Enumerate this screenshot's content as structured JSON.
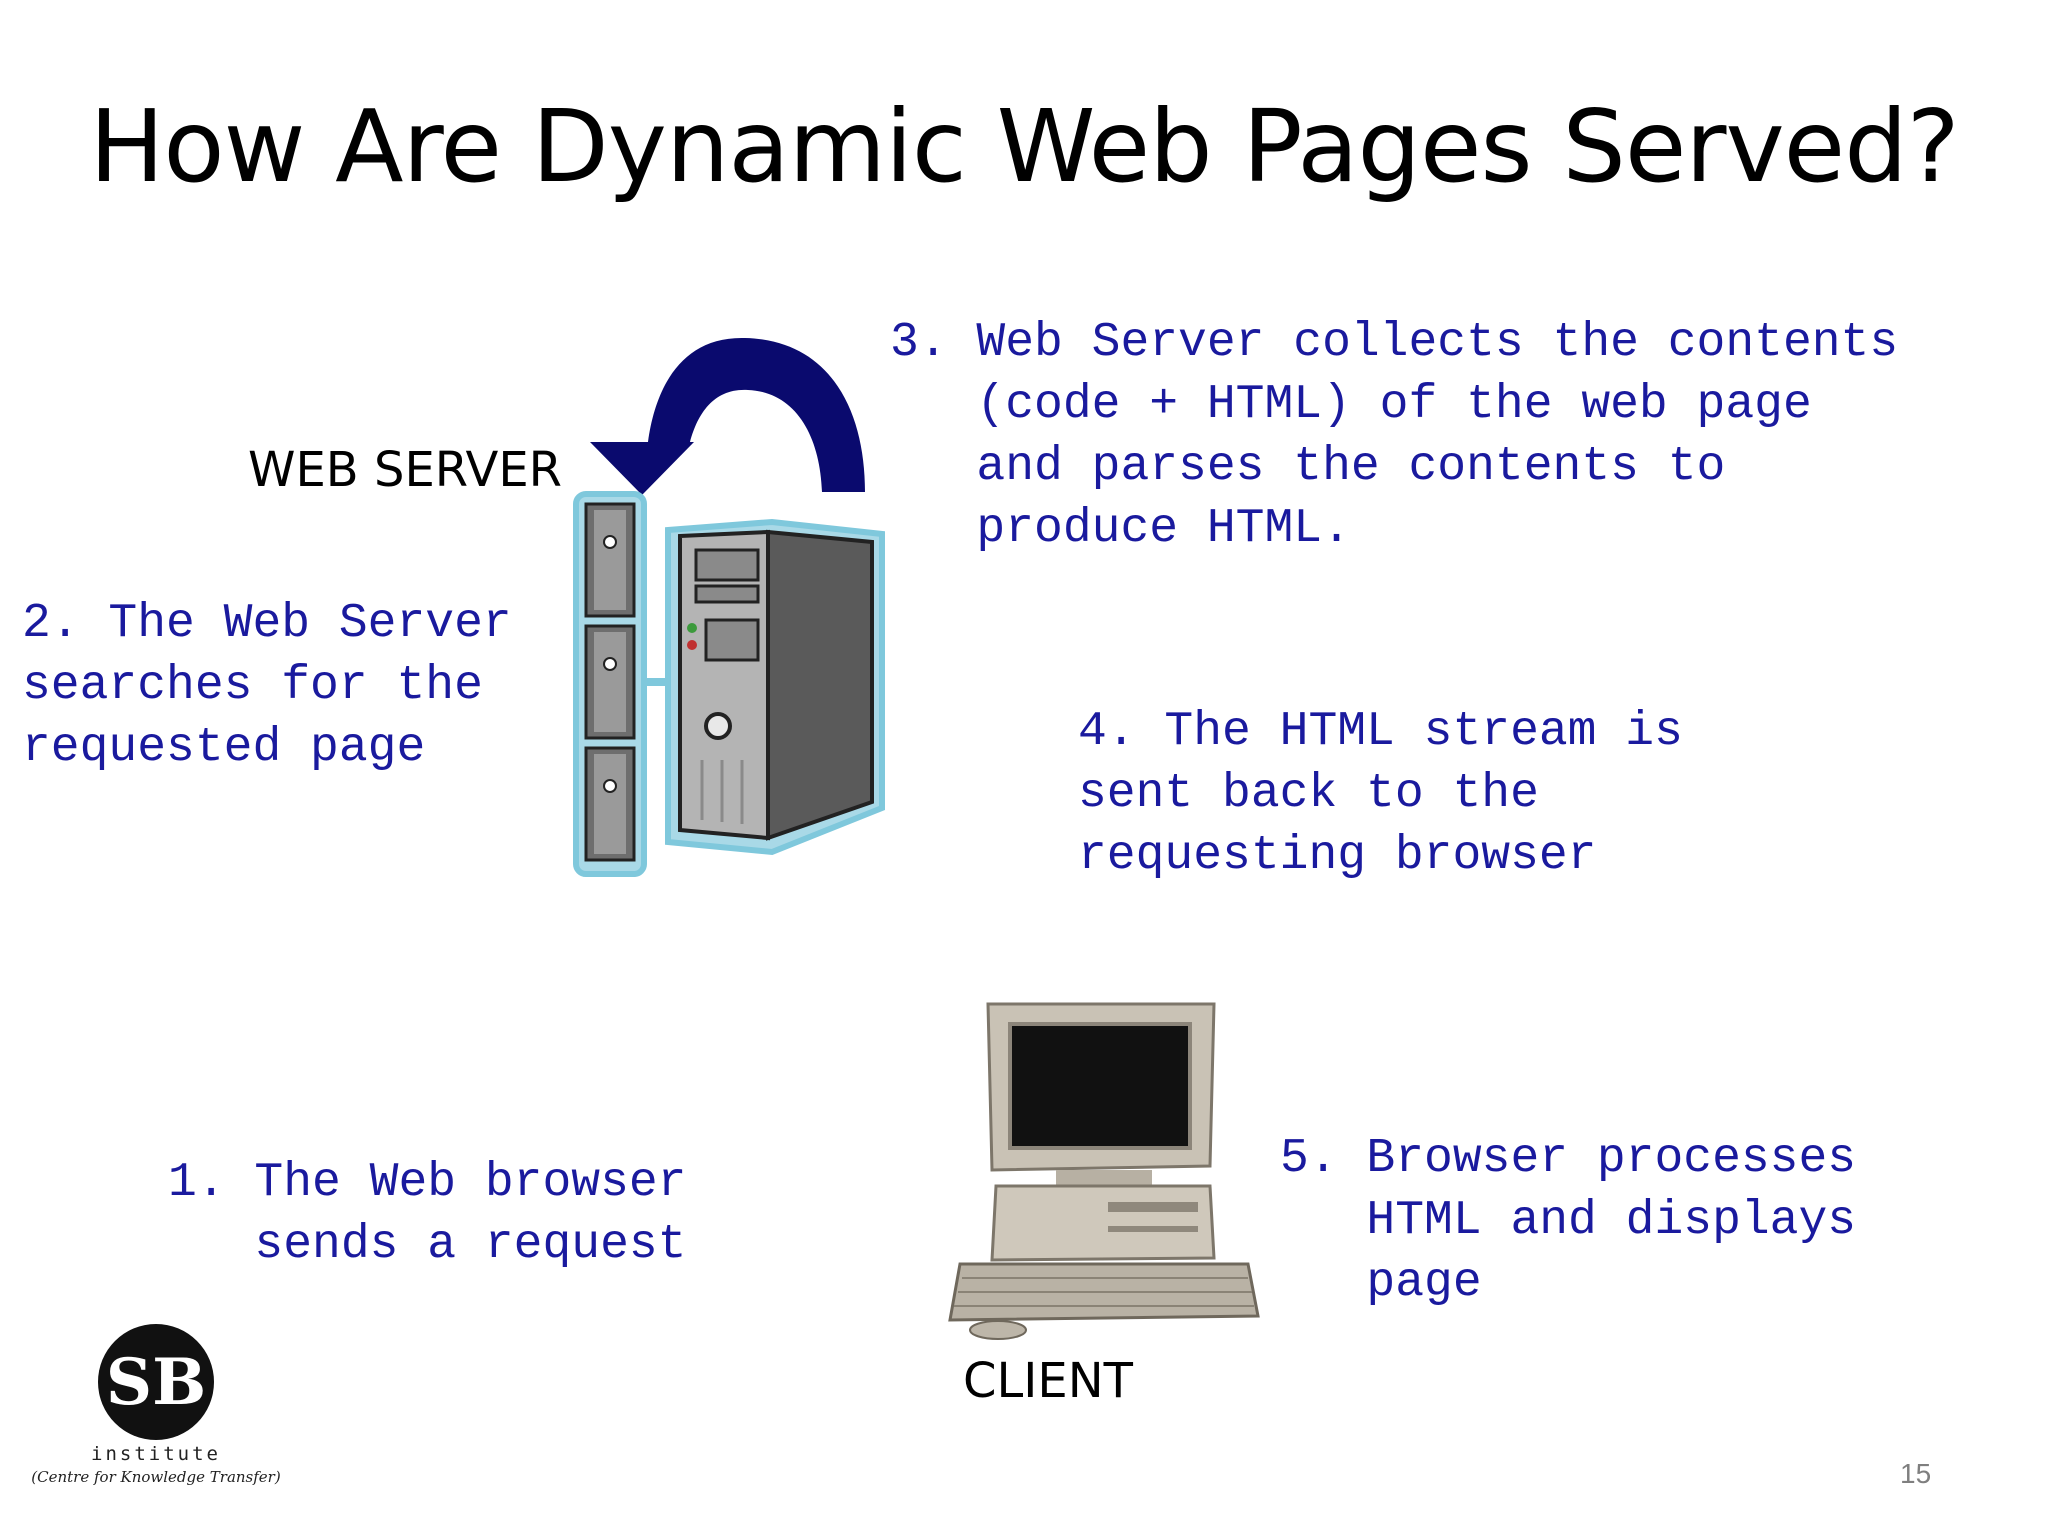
{
  "slide": {
    "title": "How Are Dynamic Web Pages Served?",
    "page_number": "15"
  },
  "labels": {
    "web_server": "WEB SERVER",
    "client": "CLIENT"
  },
  "steps": {
    "step1": "1. The Web browser\n   sends a request",
    "step2": "2. The Web Server\nsearches for the\nrequested page",
    "step3": "3. Web Server collects the contents\n   (code + HTML) of the web page\n   and parses the contents to\n   produce HTML.",
    "step4": "4. The HTML stream is\nsent back to the\nrequesting browser",
    "step5": "5. Browser processes\n   HTML and displays\n   page"
  },
  "logo": {
    "mark": "SB",
    "name": "institute",
    "tagline": "(Centre for Knowledge Transfer)"
  },
  "colors": {
    "step_text": "#1a1a9e",
    "arrow": "#0a0a6e",
    "server_outline": "#7fc8dc"
  }
}
